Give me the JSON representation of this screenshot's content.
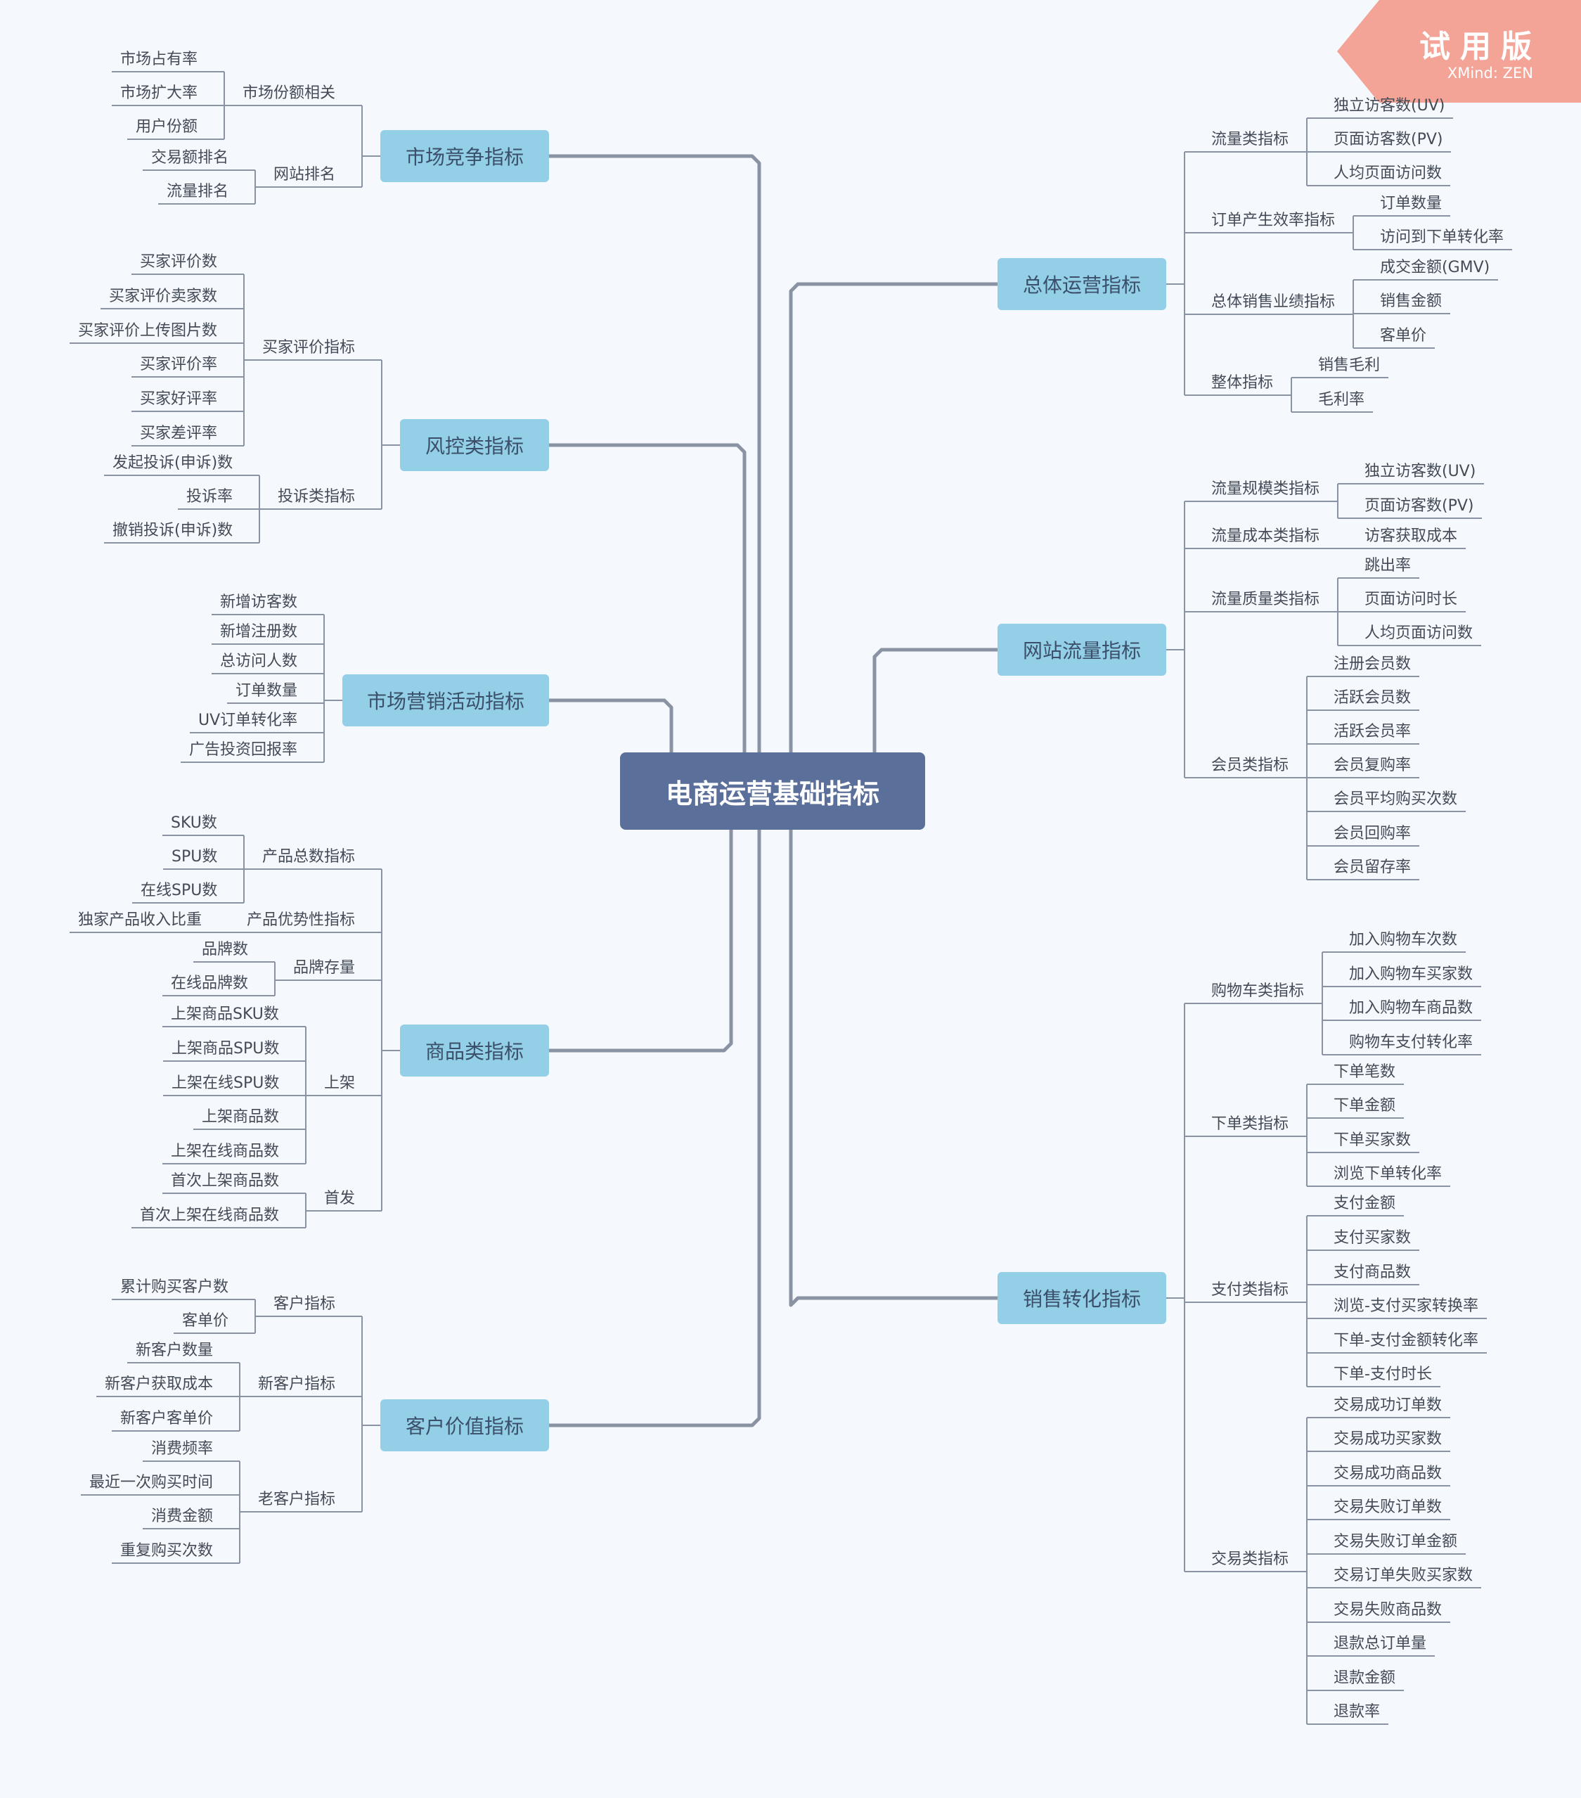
{
  "root": "电商运营基础指标",
  "watermark": {
    "title": "试用版",
    "subtitle": "XMind: ZEN"
  },
  "branches": [
    {
      "label": "市场竞争指标",
      "side": "left",
      "children": [
        {
          "label": "市场份额相关",
          "children": [
            {
              "label": "市场占有率"
            },
            {
              "label": "市场扩大率"
            },
            {
              "label": "用户份额"
            }
          ]
        },
        {
          "label": "网站排名",
          "children": [
            {
              "label": "交易额排名"
            },
            {
              "label": "流量排名"
            }
          ]
        }
      ]
    },
    {
      "label": "风控类指标",
      "side": "left",
      "children": [
        {
          "label": "买家评价指标",
          "children": [
            {
              "label": "买家评价数"
            },
            {
              "label": "买家评价卖家数"
            },
            {
              "label": "买家评价上传图片数"
            },
            {
              "label": "买家评价率"
            },
            {
              "label": "买家好评率"
            },
            {
              "label": "买家差评率"
            }
          ]
        },
        {
          "label": "投诉类指标",
          "children": [
            {
              "label": "发起投诉(申诉)数"
            },
            {
              "label": "投诉率"
            },
            {
              "label": "撤销投诉(申诉)数"
            }
          ]
        }
      ]
    },
    {
      "label": "市场营销活动指标",
      "side": "left",
      "children": [
        {
          "label": "新增访客数"
        },
        {
          "label": "新增注册数"
        },
        {
          "label": "总访问人数"
        },
        {
          "label": "订单数量"
        },
        {
          "label": "UV订单转化率"
        },
        {
          "label": "广告投资回报率"
        }
      ]
    },
    {
      "label": "商品类指标",
      "side": "left",
      "children": [
        {
          "label": "产品总数指标",
          "children": [
            {
              "label": "SKU数"
            },
            {
              "label": "SPU数"
            },
            {
              "label": "在线SPU数"
            }
          ]
        },
        {
          "label": "产品优势性指标",
          "children": [
            {
              "label": "独家产品收入比重"
            }
          ]
        },
        {
          "label": "品牌存量",
          "children": [
            {
              "label": "品牌数"
            },
            {
              "label": "在线品牌数"
            }
          ]
        },
        {
          "label": "上架",
          "children": [
            {
              "label": "上架商品SKU数"
            },
            {
              "label": "上架商品SPU数"
            },
            {
              "label": "上架在线SPU数"
            },
            {
              "label": "上架商品数"
            },
            {
              "label": "上架在线商品数"
            }
          ]
        },
        {
          "label": "首发",
          "children": [
            {
              "label": "首次上架商品数"
            },
            {
              "label": "首次上架在线商品数"
            }
          ]
        }
      ]
    },
    {
      "label": "客户价值指标",
      "side": "left",
      "children": [
        {
          "label": "客户指标",
          "children": [
            {
              "label": "累计购买客户数"
            },
            {
              "label": "客单价"
            }
          ]
        },
        {
          "label": "新客户指标",
          "children": [
            {
              "label": "新客户数量"
            },
            {
              "label": "新客户获取成本"
            },
            {
              "label": "新客户客单价"
            }
          ]
        },
        {
          "label": "老客户指标",
          "children": [
            {
              "label": "消费频率"
            },
            {
              "label": "最近一次购买时间"
            },
            {
              "label": "消费金额"
            },
            {
              "label": "重复购买次数"
            }
          ]
        }
      ]
    },
    {
      "label": "总体运营指标",
      "side": "right",
      "children": [
        {
          "label": "流量类指标",
          "children": [
            {
              "label": "独立访客数(UV)"
            },
            {
              "label": "页面访客数(PV)"
            },
            {
              "label": "人均页面访问数"
            }
          ]
        },
        {
          "label": "订单产生效率指标",
          "children": [
            {
              "label": "订单数量"
            },
            {
              "label": "访问到下单转化率"
            }
          ]
        },
        {
          "label": "总体销售业绩指标",
          "children": [
            {
              "label": "成交金额(GMV)"
            },
            {
              "label": "销售金额"
            },
            {
              "label": "客单价"
            }
          ]
        },
        {
          "label": "整体指标",
          "children": [
            {
              "label": "销售毛利"
            },
            {
              "label": "毛利率"
            }
          ]
        }
      ]
    },
    {
      "label": "网站流量指标",
      "side": "right",
      "children": [
        {
          "label": "流量规模类指标",
          "children": [
            {
              "label": "独立访客数(UV)"
            },
            {
              "label": "页面访客数(PV)"
            }
          ]
        },
        {
          "label": "流量成本类指标",
          "children": [
            {
              "label": "访客获取成本"
            }
          ]
        },
        {
          "label": "流量质量类指标",
          "children": [
            {
              "label": "跳出率"
            },
            {
              "label": "页面访问时长"
            },
            {
              "label": "人均页面访问数"
            }
          ]
        },
        {
          "label": "会员类指标",
          "children": [
            {
              "label": "注册会员数"
            },
            {
              "label": "活跃会员数"
            },
            {
              "label": "活跃会员率"
            },
            {
              "label": "会员复购率"
            },
            {
              "label": "会员平均购买次数"
            },
            {
              "label": "会员回购率"
            },
            {
              "label": "会员留存率"
            }
          ]
        }
      ]
    },
    {
      "label": "销售转化指标",
      "side": "right",
      "children": [
        {
          "label": "购物车类指标",
          "children": [
            {
              "label": "加入购物车次数"
            },
            {
              "label": "加入购物车买家数"
            },
            {
              "label": "加入购物车商品数"
            },
            {
              "label": "购物车支付转化率"
            }
          ]
        },
        {
          "label": "下单类指标",
          "children": [
            {
              "label": "下单笔数"
            },
            {
              "label": "下单金额"
            },
            {
              "label": "下单买家数"
            },
            {
              "label": "浏览下单转化率"
            }
          ]
        },
        {
          "label": "支付类指标",
          "children": [
            {
              "label": "支付金额"
            },
            {
              "label": "支付买家数"
            },
            {
              "label": "支付商品数"
            },
            {
              "label": "浏览-支付买家转换率"
            },
            {
              "label": "下单-支付金额转化率"
            },
            {
              "label": "下单-支付时长"
            }
          ]
        },
        {
          "label": "交易类指标",
          "children": [
            {
              "label": "交易成功订单数"
            },
            {
              "label": "交易成功买家数"
            },
            {
              "label": "交易成功商品数"
            },
            {
              "label": "交易失败订单数"
            },
            {
              "label": "交易失败订单金额"
            },
            {
              "label": "交易订单失败买家数"
            },
            {
              "label": "交易失败商品数"
            },
            {
              "label": "退款总订单量"
            },
            {
              "label": "退款金额"
            },
            {
              "label": "退款率"
            }
          ]
        }
      ]
    }
  ]
}
